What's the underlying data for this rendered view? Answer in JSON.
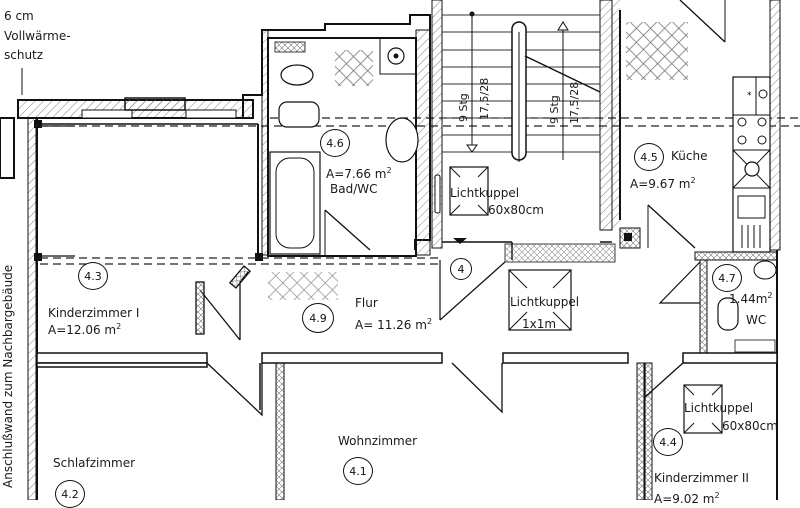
{
  "annotations": {
    "insulation": [
      "6 cm",
      "Vollwärme-",
      "schutz"
    ],
    "party_wall": "Anschlußwand zum Nachbargebäude"
  },
  "stairs": {
    "left_flight": {
      "steps": "9 Stg",
      "ratio": "17,5/28"
    },
    "right_flight": {
      "steps": "9 Stg",
      "ratio": "17,5/28"
    },
    "landing_tag": "4"
  },
  "skylights": [
    {
      "label": "Lichtkuppel",
      "size": "60x80cm"
    },
    {
      "label": "Lichtkuppel",
      "size": "1x1m"
    },
    {
      "label": "Lichtkuppel",
      "size": "60x80cm"
    }
  ],
  "rooms": [
    {
      "id": "4.1",
      "name": "Wohnzimmer",
      "area": ""
    },
    {
      "id": "4.2",
      "name": "Schlafzimmer",
      "area": ""
    },
    {
      "id": "4.3",
      "name": "Kinderzimmer I",
      "area_prefix": "A=12.06 m",
      "area_unit_exp": "2"
    },
    {
      "id": "4.4",
      "name": "Kinderzimmer II",
      "area_prefix": "A=9.02 m",
      "area_unit_exp": "2"
    },
    {
      "id": "4.5",
      "name": "Küche",
      "area_prefix": "A=9.67 m",
      "area_unit_exp": "2"
    },
    {
      "id": "4.6",
      "name": "Bad/WC",
      "area_prefix": "A=7.66 m",
      "area_unit_exp": "2"
    },
    {
      "id": "4.7",
      "name": "WC",
      "area_prefix": "1.44m",
      "area_unit_exp": "2"
    },
    {
      "id": "4.9",
      "name": "Flur",
      "area_prefix": "A= 11.26 m",
      "area_unit_exp": "2"
    }
  ],
  "colors": {
    "line": "#111111",
    "hatch": "#555555",
    "background": "#ffffff"
  }
}
